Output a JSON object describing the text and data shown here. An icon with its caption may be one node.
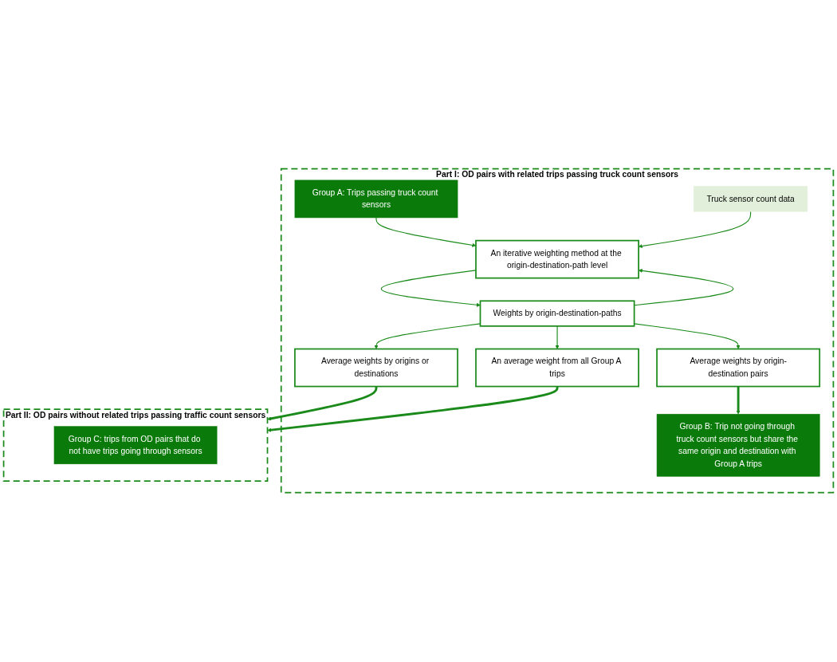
{
  "diagram": {
    "nodes": [
      {
        "text": [
          "Part I: OD pairs with related trips passing truck count sensors"
        ]
      },
      {
        "text": [
          "Group A: Trips passing truck count sensors"
        ],
        "in": 0
      },
      {
        "text": [
          "Truck sensor count data"
        ],
        "in": 0
      },
      {
        "text": [
          "An iterative weighting method at the origin-destination-path level"
        ],
        "in": 0
      },
      {
        "text": [
          "Weights by origin-destination-paths"
        ],
        "in": 0
      },
      {
        "text": [
          "Average weights by origin-destination pairs"
        ],
        "in": 0
      },
      {
        "text": [
          "Average weights by origins or destinations"
        ],
        "in": 0
      },
      {
        "text": [
          "An average weight from all Group A trips"
        ],
        "in": 0
      },
      {
        "text": [
          "Group B: Trip not going through truck count sensors but share the same origin and destination with Group A trips"
        ],
        "in": 0
      },
      {
        "text": [
          "Part II: OD pairs without related trips passing traffic count sensors"
        ]
      },
      {
        "text": [
          "Group C: trips from OD pairs that do not have trips going through sensors"
        ],
        "in": 9
      }
    ],
    "edges": [
      {
        "from": 1,
        "to": 3,
        "arrow": "to"
      },
      {
        "from": 2,
        "to": 3,
        "arrow": "to"
      },
      {
        "from": 3,
        "to": 4,
        "arrow": "to"
      },
      {
        "from": 4,
        "to": 3,
        "arrow": "to"
      },
      {
        "from": 4,
        "to": 5,
        "arrow": "to"
      },
      {
        "from": 4,
        "to": 6,
        "arrow": "to"
      },
      {
        "from": 4,
        "to": 7,
        "arrow": "to"
      },
      {
        "from": 5,
        "to": 8,
        "arrow": "to",
        "style": "thick"
      },
      {
        "from": 6,
        "to": 9,
        "arrow": "to",
        "style": "thick"
      },
      {
        "from": 7,
        "to": 9,
        "arrow": "to",
        "style": "thick"
      }
    ]
  }
}
